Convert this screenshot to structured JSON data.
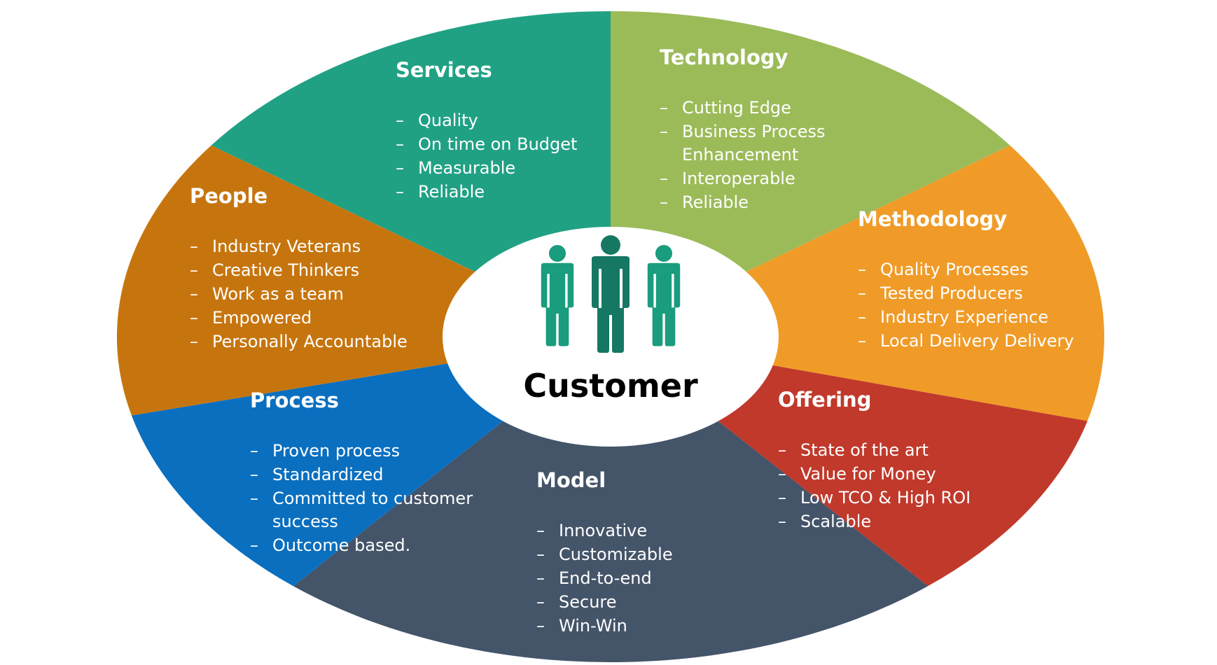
{
  "hub": {
    "label": "Customer",
    "icon": "people-group-icon",
    "icon_colors": [
      "#1a9c7e",
      "#167863",
      "#1a9c7e"
    ]
  },
  "segments": [
    {
      "id": "services",
      "title": "Services",
      "color": "#21a184",
      "items": [
        [
          "Quality"
        ],
        [
          "On time on Budget"
        ],
        [
          "Measurable"
        ],
        [
          "Reliable"
        ]
      ]
    },
    {
      "id": "technology",
      "title": "Technology",
      "color": "#9bbb59",
      "items": [
        [
          "Cutting Edge"
        ],
        [
          "Business Process",
          "Enhancement"
        ],
        [
          "Interoperable"
        ],
        [
          "Reliable"
        ]
      ]
    },
    {
      "id": "methodology",
      "title": "Methodology",
      "color": "#f09b28",
      "items": [
        [
          "Quality Processes"
        ],
        [
          "Tested Producers"
        ],
        [
          "Industry Experience"
        ],
        [
          "Local Delivery Delivery"
        ]
      ]
    },
    {
      "id": "offering",
      "title": "Offering",
      "color": "#c0392b",
      "items": [
        [
          "State of the art"
        ],
        [
          "Value for Money"
        ],
        [
          "Low TCO & High ROI"
        ],
        [
          "Scalable"
        ]
      ]
    },
    {
      "id": "model",
      "title": "Model",
      "color": "#445469",
      "items": [
        [
          "Innovative"
        ],
        [
          "Customizable"
        ],
        [
          "End-to-end"
        ],
        [
          "Secure"
        ],
        [
          "Win-Win"
        ]
      ]
    },
    {
      "id": "process",
      "title": "Process",
      "color": "#0a6fbf",
      "items": [
        [
          "Proven process"
        ],
        [
          "Standardized"
        ],
        [
          "Committed to customer",
          "success"
        ],
        [
          "Outcome based."
        ]
      ]
    },
    {
      "id": "people",
      "title": "People",
      "color": "#c6750e",
      "items": [
        [
          "Industry Veterans"
        ],
        [
          "Creative Thinkers"
        ],
        [
          "Work as a team"
        ],
        [
          "Empowered"
        ],
        [
          "Personally Accountable"
        ]
      ]
    }
  ],
  "bullet": "–"
}
